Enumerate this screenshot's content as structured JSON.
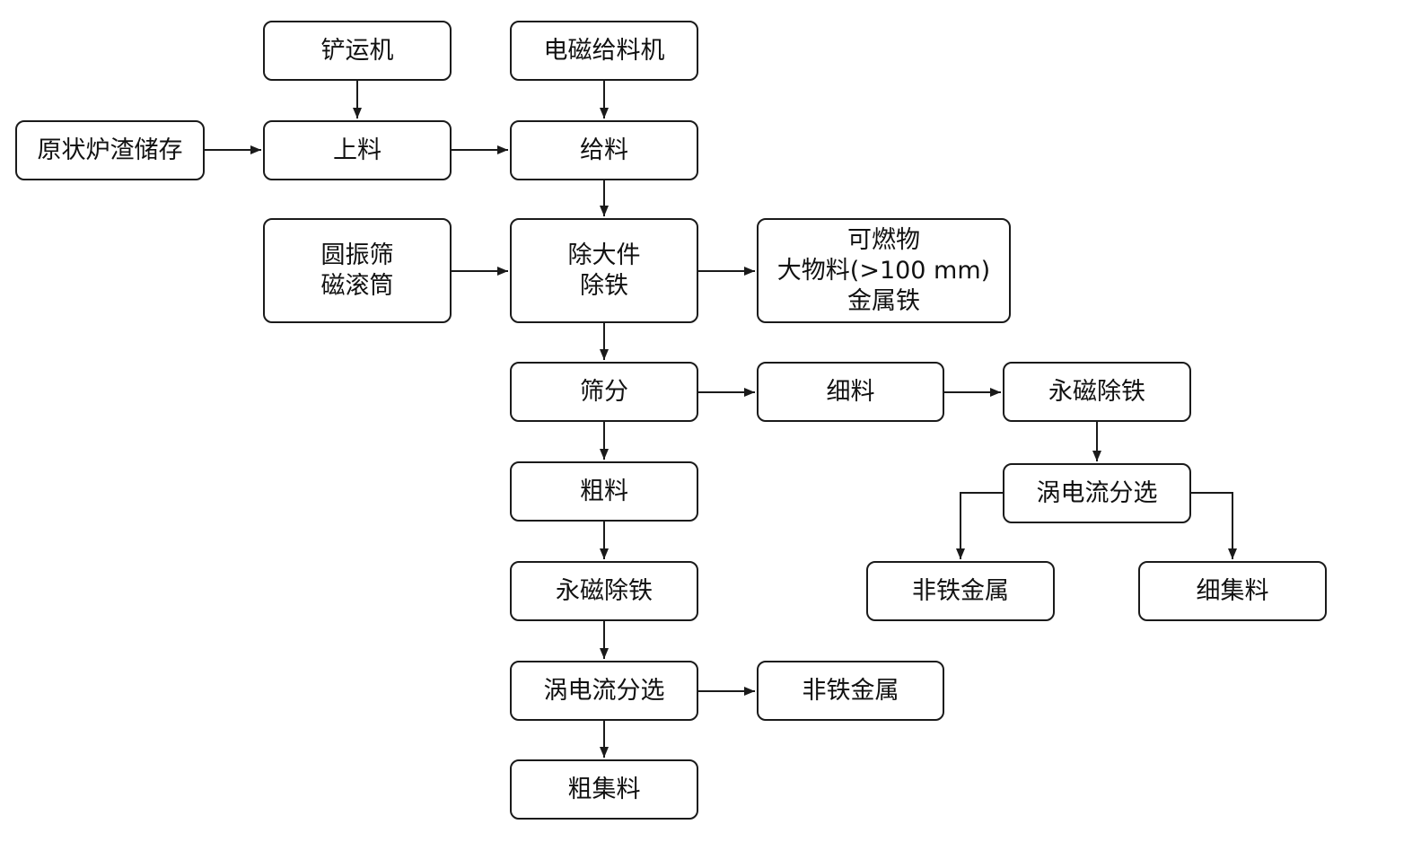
{
  "nodes": {
    "chanyunji": [
      "铲运机"
    ],
    "diancigeiliaoji": [
      "电磁给料机"
    ],
    "yuanzhuang": [
      "原状炉渣储存"
    ],
    "shangliao": [
      "上料"
    ],
    "geiliao": [
      "给料"
    ],
    "yuanzhenshai": [
      "圆振筛",
      "磁滚筒"
    ],
    "chudajian": [
      "除大件",
      "除铁"
    ],
    "kerans": [
      "可燃物",
      "大物料(>100 mm)",
      "金属铁"
    ],
    "shaifen": [
      "筛分"
    ],
    "xiliao": [
      "细料"
    ],
    "yongci_fine": [
      "永磁除铁"
    ],
    "woliu_fine": [
      "涡电流分选"
    ],
    "feitie_fine": [
      "非铁金属"
    ],
    "xijiliao": [
      "细集料"
    ],
    "culiao": [
      "粗料"
    ],
    "yongci_coarse": [
      "永磁除铁"
    ],
    "woliu_coarse": [
      "涡电流分选"
    ],
    "feitie_coarse": [
      "非铁金属"
    ],
    "cujiliao": [
      "粗集料"
    ]
  },
  "edges": [
    [
      "chanyunji",
      "shangliao"
    ],
    [
      "diancigeiliaoji",
      "geiliao"
    ],
    [
      "yuanzhuang",
      "shangliao"
    ],
    [
      "shangliao",
      "geiliao"
    ],
    [
      "geiliao",
      "chudajian"
    ],
    [
      "yuanzhenshai",
      "chudajian"
    ],
    [
      "chudajian",
      "kerans"
    ],
    [
      "chudajian",
      "shaifen"
    ],
    [
      "shaifen",
      "xiliao"
    ],
    [
      "xiliao",
      "yongci_fine"
    ],
    [
      "yongci_fine",
      "woliu_fine"
    ],
    [
      "woliu_fine",
      "feitie_fine"
    ],
    [
      "woliu_fine",
      "xijiliao"
    ],
    [
      "shaifen",
      "culiao"
    ],
    [
      "culiao",
      "yongci_coarse"
    ],
    [
      "yongci_coarse",
      "woliu_coarse"
    ],
    [
      "woliu_coarse",
      "feitie_coarse"
    ],
    [
      "woliu_coarse",
      "cujiliao"
    ]
  ]
}
